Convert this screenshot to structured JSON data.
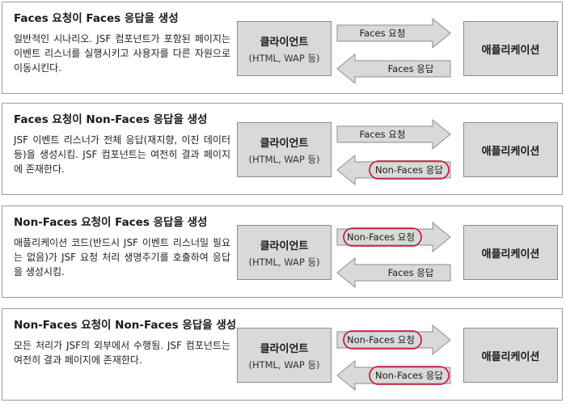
{
  "panels": [
    {
      "title": "Faces 요청이 Faces 응답을 생성",
      "description": "일반적인 시나리오. JSF 컴포넌트가 포함된 페이지는 이벤트 리스너를 실행시키고 사용자를 다른 자원으로 이동시킨다.",
      "client_title": "클라이언트",
      "client_sub": "(HTML, WAP 등)",
      "app_title": "애플리케이션",
      "request_label": "Faces 요청",
      "response_label": "Faces 응답",
      "request_highlight": false,
      "response_highlight": false
    },
    {
      "title": "Faces 요청이 Non-Faces 응답을 생성",
      "description": "JSF 이벤트 리스너가 전체 응답(재지향, 이진 데이터 등)을 생성시킴. JSF 컴포넌트는 여전히 결과 페이지에 존재한다.",
      "client_title": "클라이언트",
      "client_sub": "(HTML, WAP 등)",
      "app_title": "애플리케이션",
      "request_label": "Faces 요청",
      "response_label": "Non-Faces 응답",
      "request_highlight": false,
      "response_highlight": true
    },
    {
      "title": "Non-Faces 요청이 Faces 응답을 생성",
      "description": "애플리케이션 코드(반드시 JSF 이벤트 리스너일 필요는 없음)가 JSF 요청 처리 생명주기를 호출하여 응답을 생성시킴.",
      "client_title": "클라이언트",
      "client_sub": "(HTML, WAP 등)",
      "app_title": "애플리케이션",
      "request_label": "Non-Faces 요청",
      "response_label": "Faces 응답",
      "request_highlight": true,
      "response_highlight": false
    },
    {
      "title": "Non-Faces 요청이 Non-Faces 응답을 생성",
      "description": "모든 처리가 JSF의 외부에서 수행됨. JSF 컴포넌트는 여전히 결과 페이지에 존재한다.",
      "client_title": "클라이언트",
      "client_sub": "(HTML, WAP 등)",
      "app_title": "애플리케이션",
      "request_label": "Non-Faces 요청",
      "response_label": "Non-Faces 응답",
      "request_highlight": true,
      "response_highlight": true
    }
  ],
  "colors": {
    "box_fill": "#d9d9d9",
    "box_border": "#8c8c8c",
    "highlight": "#c8102e"
  }
}
